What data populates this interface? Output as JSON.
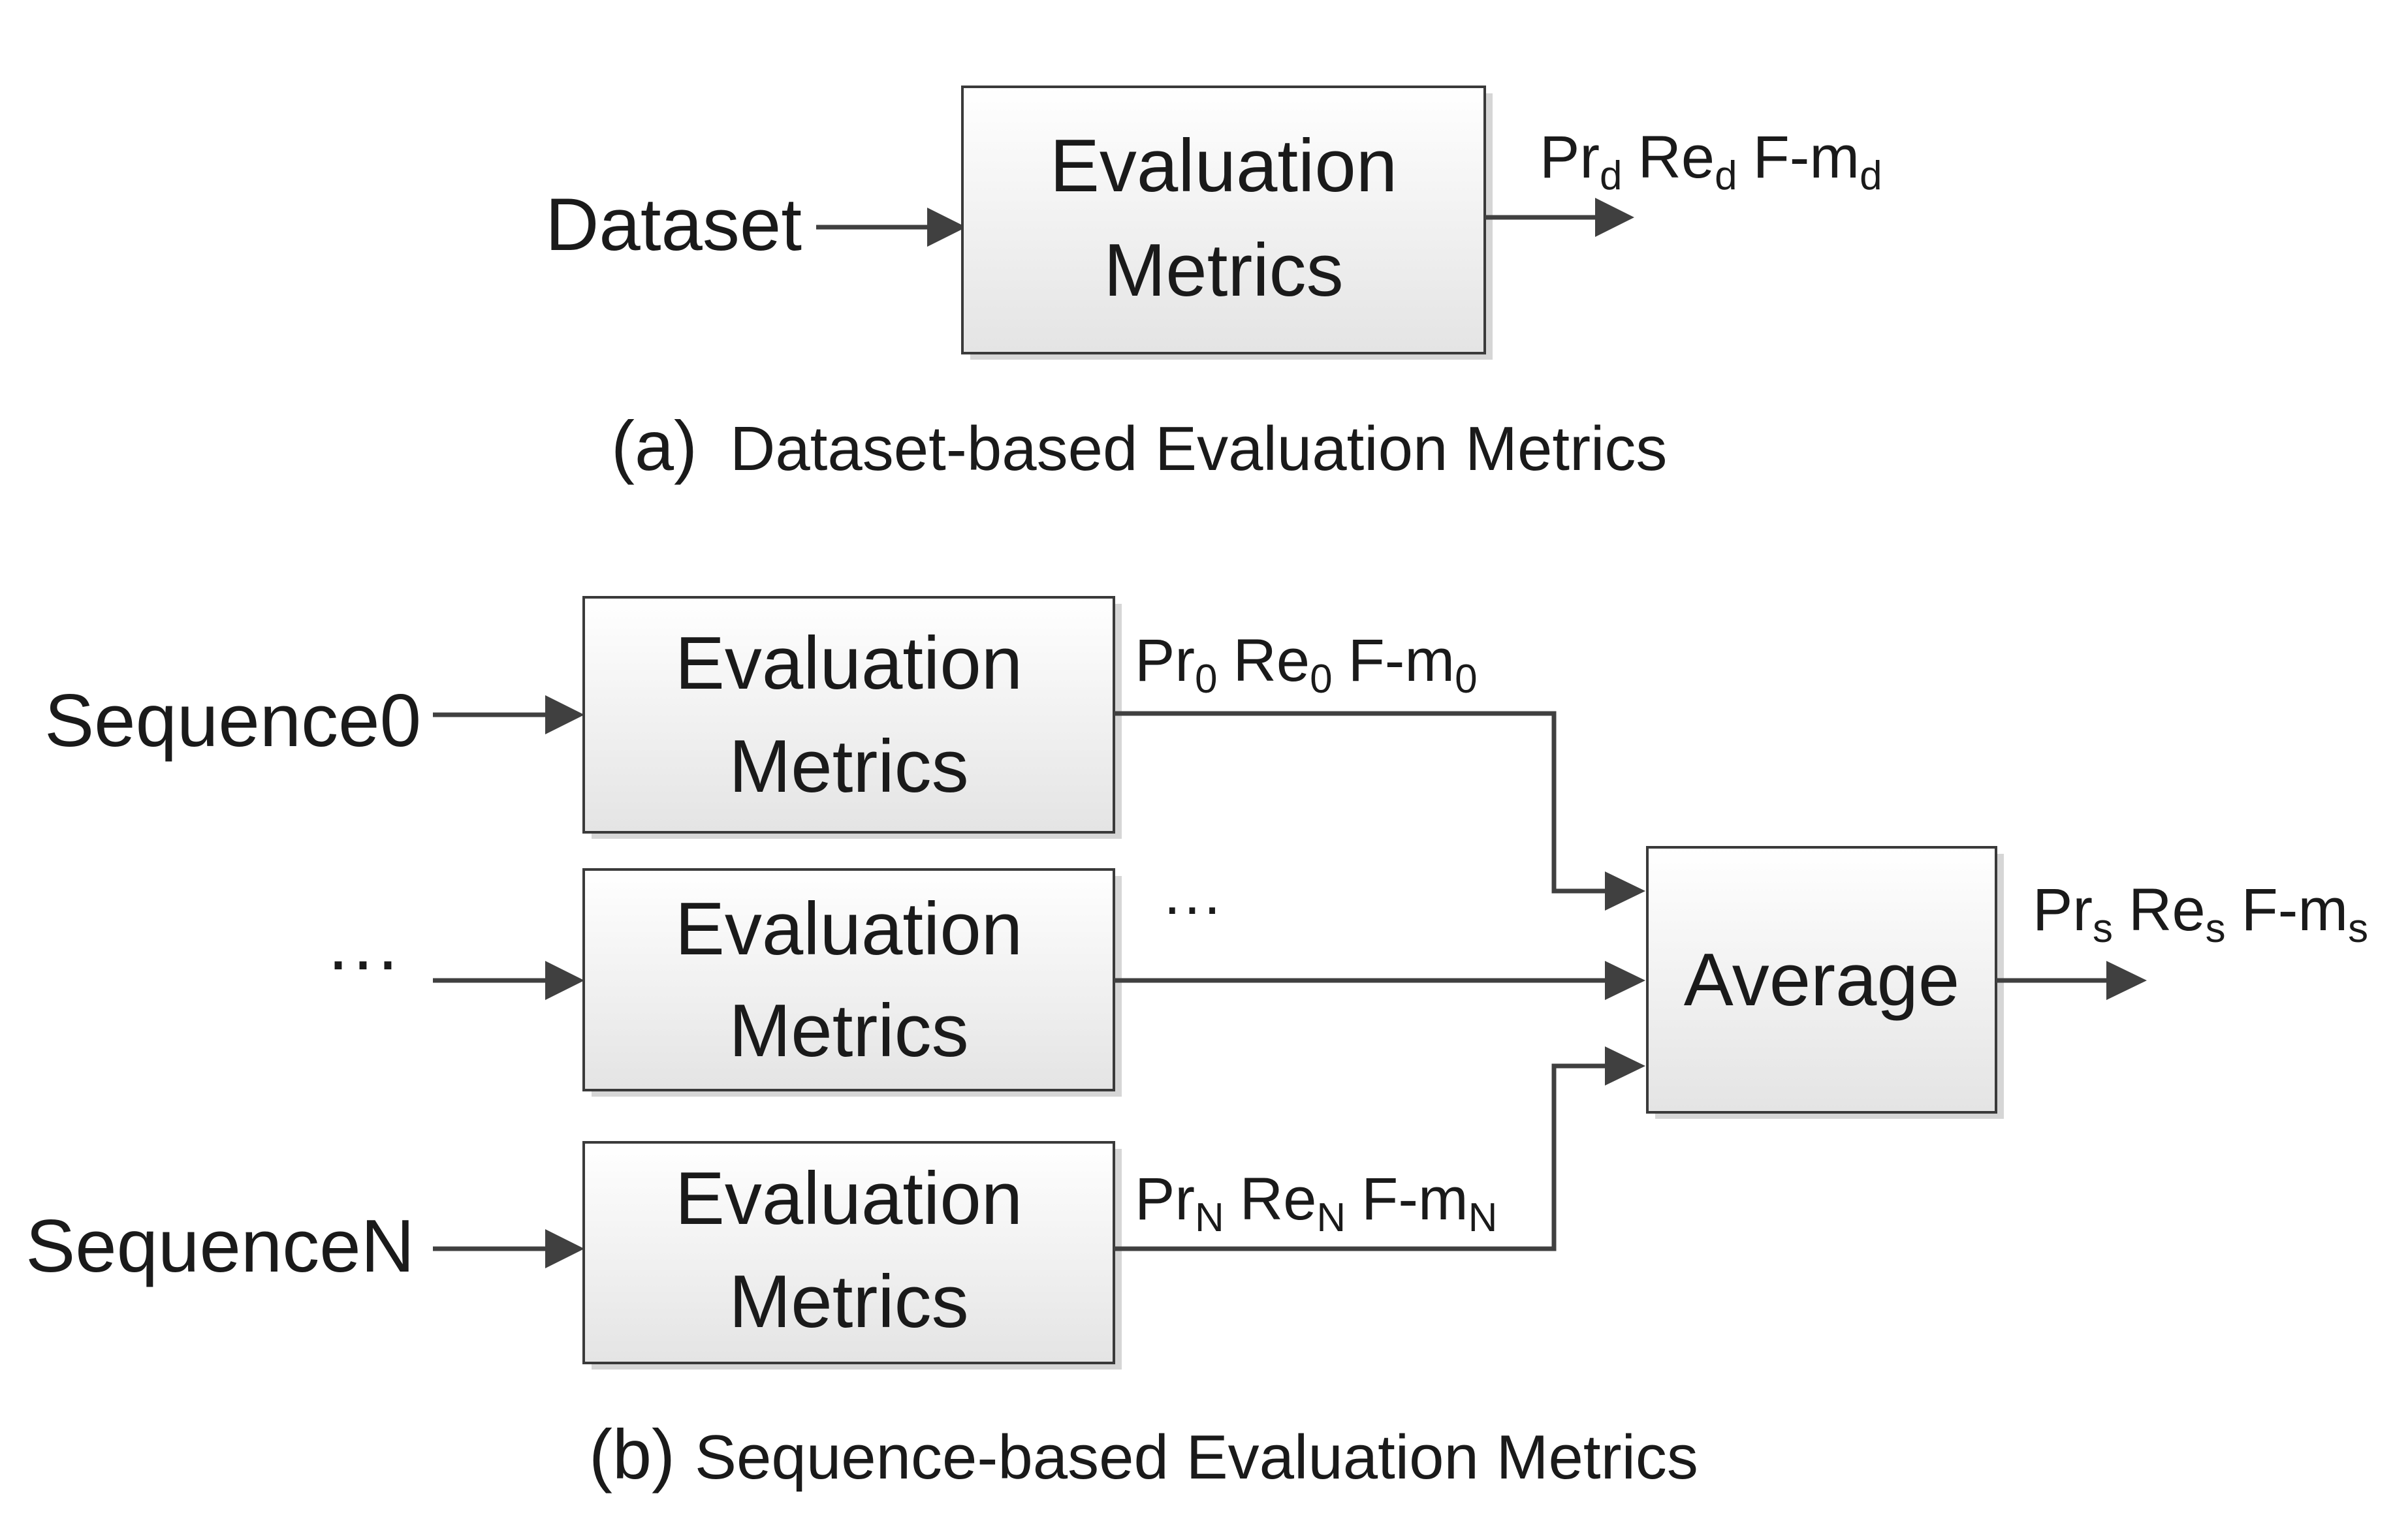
{
  "panel_a": {
    "input_label": "Dataset",
    "box": {
      "line1": "Evaluation",
      "line2": "Metrics"
    },
    "output": {
      "pr": "Pr",
      "pr_sub": "d",
      "re": "Re",
      "re_sub": "d",
      "fm": "F-m",
      "fm_sub": "d"
    },
    "caption_tag": "(a)",
    "caption": "Dataset-based Evaluation Metrics"
  },
  "panel_b": {
    "rows": [
      {
        "input_label": "Sequence0",
        "box": {
          "line1": "Evaluation",
          "line2": "Metrics"
        },
        "output": {
          "pr": "Pr",
          "pr_sub": "0",
          "re": "Re",
          "re_sub": "0",
          "fm": "F-m",
          "fm_sub": "0"
        }
      },
      {
        "input_label": "···",
        "box": {
          "line1": "Evaluation",
          "line2": "Metrics"
        },
        "output_text": "···"
      },
      {
        "input_label": "SequenceN",
        "box": {
          "line1": "Evaluation",
          "line2": "Metrics"
        },
        "output": {
          "pr": "Pr",
          "pr_sub": "N",
          "re": "Re",
          "re_sub": "N",
          "fm": "F-m",
          "fm_sub": "N"
        }
      }
    ],
    "average_label": "Average",
    "final_output": {
      "pr": "Pr",
      "pr_sub": "s",
      "re": "Re",
      "re_sub": "s",
      "fm": "F-m",
      "fm_sub": "s"
    },
    "caption_tag": "(b)",
    "caption": "Sequence-based Evaluation Metrics"
  }
}
